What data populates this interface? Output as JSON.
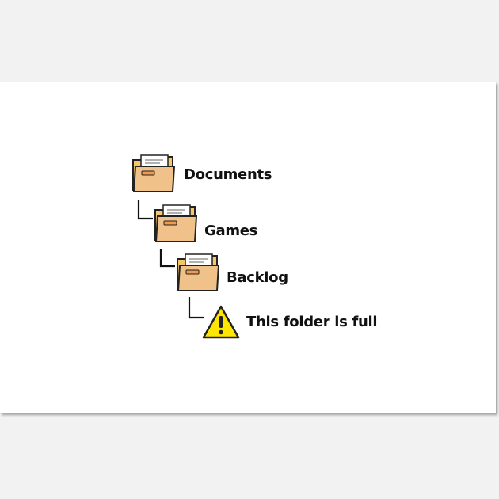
{
  "tree": {
    "documents": {
      "label": "Documents",
      "icon": "folder-icon"
    },
    "games": {
      "label": "Games",
      "icon": "folder-icon"
    },
    "backlog": {
      "label": "Backlog",
      "icon": "folder-icon"
    },
    "warning": {
      "label": "This folder is full",
      "icon": "warning-icon"
    }
  },
  "colors": {
    "folder_front": "#f0c189",
    "folder_back": "#f6c66a",
    "folder_outline": "#222222",
    "folder_tab": "#ef9a50",
    "paper": "#ffffff",
    "warning_fill": "#ffe600",
    "warning_outline": "#222222",
    "connector": "#111111"
  }
}
